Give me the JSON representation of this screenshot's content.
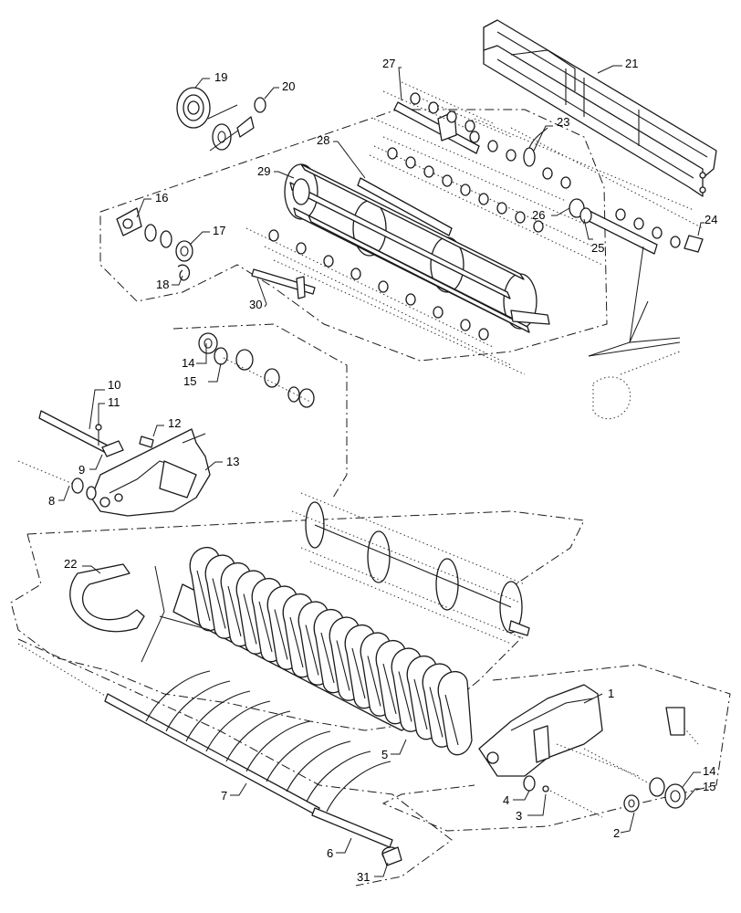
{
  "callouts": [
    {
      "id": "c1",
      "label": "1"
    },
    {
      "id": "c2",
      "label": "2"
    },
    {
      "id": "c3",
      "label": "3"
    },
    {
      "id": "c4",
      "label": "4"
    },
    {
      "id": "c5",
      "label": "5"
    },
    {
      "id": "c6",
      "label": "6"
    },
    {
      "id": "c7",
      "label": "7"
    },
    {
      "id": "c8",
      "label": "8"
    },
    {
      "id": "c9",
      "label": "9"
    },
    {
      "id": "c10",
      "label": "10"
    },
    {
      "id": "c11",
      "label": "11"
    },
    {
      "id": "c12",
      "label": "12"
    },
    {
      "id": "c13",
      "label": "13"
    },
    {
      "id": "c14a",
      "label": "14"
    },
    {
      "id": "c14b",
      "label": "14"
    },
    {
      "id": "c15a",
      "label": "15"
    },
    {
      "id": "c15b",
      "label": "15"
    },
    {
      "id": "c16",
      "label": "16"
    },
    {
      "id": "c17",
      "label": "17"
    },
    {
      "id": "c18",
      "label": "18"
    },
    {
      "id": "c19",
      "label": "19"
    },
    {
      "id": "c20",
      "label": "20"
    },
    {
      "id": "c21",
      "label": "21"
    },
    {
      "id": "c22",
      "label": "22"
    },
    {
      "id": "c23",
      "label": "23"
    },
    {
      "id": "c24",
      "label": "24"
    },
    {
      "id": "c25",
      "label": "25"
    },
    {
      "id": "c26",
      "label": "26"
    },
    {
      "id": "c27",
      "label": "27"
    },
    {
      "id": "c28",
      "label": "28"
    },
    {
      "id": "c29",
      "label": "29"
    },
    {
      "id": "c30",
      "label": "30"
    },
    {
      "id": "c31",
      "label": "31"
    }
  ],
  "colors": {
    "line": "#1a1a1a",
    "background": "#ffffff"
  }
}
